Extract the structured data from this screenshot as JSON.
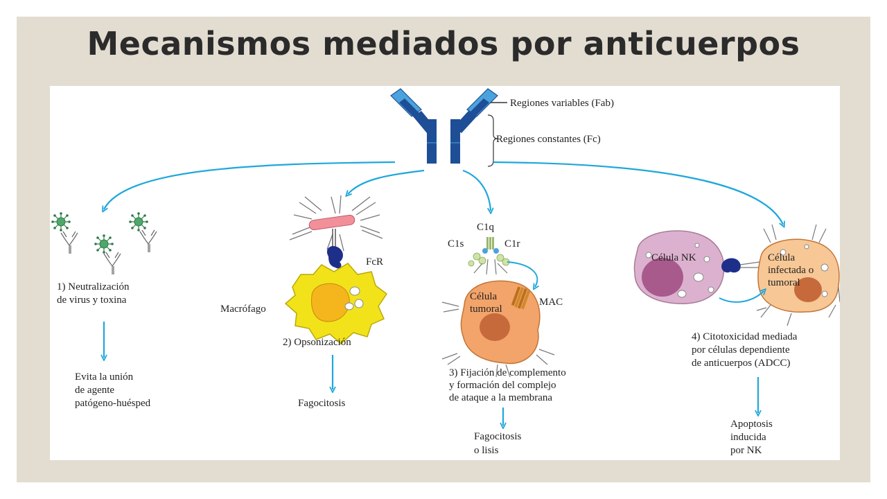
{
  "title": "Mecanismos mediados por anticuerpos",
  "antibody": {
    "fab_label": "Regiones variables (Fab)",
    "fc_label": "Regiones constantes (Fc)"
  },
  "mechanisms": [
    {
      "lines": [
        "1) Neutralización",
        "de virus y toxina"
      ],
      "result": [
        "Evita la unión",
        "de agente",
        "patógeno-huésped"
      ]
    },
    {
      "fcr": "FcR",
      "cell": "Macrófago",
      "lines": [
        "2) Opsonización"
      ],
      "result": [
        "Fagocitosis"
      ]
    },
    {
      "c1q": "C1q",
      "c1s": "C1s",
      "c1r": "C1r",
      "mac": "MAC",
      "cell": [
        "Célula",
        "tumoral"
      ],
      "lines": [
        "3) Fijación de complemento",
        "y formación del complejo",
        "de ataque a la membrana"
      ],
      "result": [
        "Fagocitosis",
        "o lisis"
      ]
    },
    {
      "nk_cell": "Célula NK",
      "infected_cell": [
        "Célula",
        "infectada o",
        "tumoral"
      ],
      "lines": [
        "4) Citotoxicidad mediada",
        "por células dependiente",
        "de anticuerpos (ADCC)"
      ],
      "result": [
        "Apoptosis",
        "inducida",
        "por NK"
      ]
    }
  ],
  "colors": {
    "arrow": "#1ea7dc",
    "antibody_dark": "#1e4f96",
    "antibody_light": "#4aa3dd",
    "macrophage": "#f2e21a",
    "tumor": "#f3a46a",
    "nk": "#dcb1cf"
  }
}
